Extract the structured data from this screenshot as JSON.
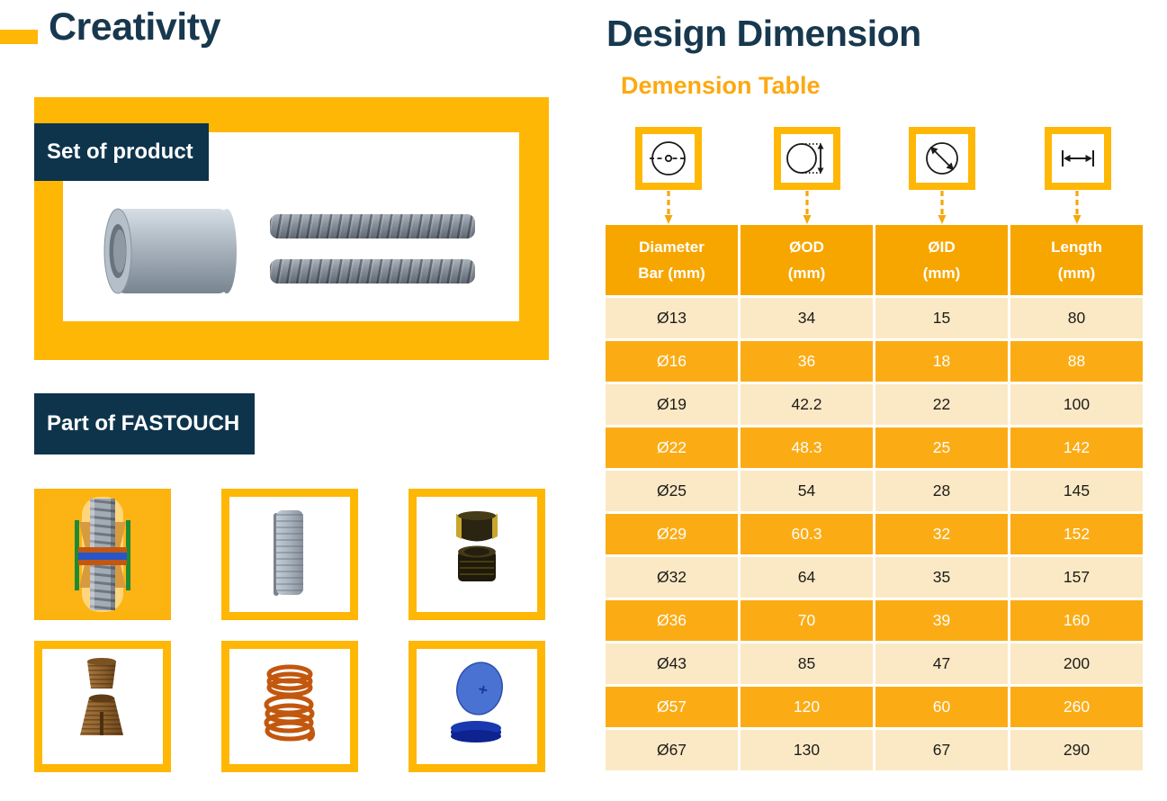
{
  "left_panel": {
    "title": "Creativity",
    "set_of_product_label": "Set of product",
    "part_of_label": "Part of FASTOUCH",
    "images": [
      {
        "name": "coupler-cylinder"
      },
      {
        "name": "rebar-top"
      },
      {
        "name": "rebar-bottom"
      }
    ],
    "tiles": [
      {
        "name": "coupler-assembly-cutaway"
      },
      {
        "name": "sleeve-liner"
      },
      {
        "name": "locking-collar-and-nut"
      },
      {
        "name": "wedge-grips"
      },
      {
        "name": "coil-springs"
      },
      {
        "name": "end-cap-discs"
      }
    ]
  },
  "right_panel": {
    "title": "Design Dimension",
    "subtitle": "Demension Table",
    "dimension_icons": [
      {
        "name": "bar-diameter-icon"
      },
      {
        "name": "outer-diameter-icon"
      },
      {
        "name": "inner-diameter-icon"
      },
      {
        "name": "length-icon"
      }
    ],
    "table": {
      "headers": [
        {
          "line1": "Diameter",
          "line2": "Bar (mm)"
        },
        {
          "line1": "ØOD",
          "line2": "(mm)"
        },
        {
          "line1": "ØID",
          "line2": "(mm)"
        },
        {
          "line1": "Length",
          "line2": "(mm)"
        }
      ],
      "rows": [
        [
          "Ø13",
          "34",
          "15",
          "80"
        ],
        [
          "Ø16",
          "36",
          "18",
          "88"
        ],
        [
          "Ø19",
          "42.2",
          "22",
          "100"
        ],
        [
          "Ø22",
          "48.3",
          "25",
          "142"
        ],
        [
          "Ø25",
          "54",
          "28",
          "145"
        ],
        [
          "Ø29",
          "60.3",
          "32",
          "152"
        ],
        [
          "Ø32",
          "64",
          "35",
          "157"
        ],
        [
          "Ø36",
          "70",
          "39",
          "160"
        ],
        [
          "Ø43",
          "85",
          "47",
          "200"
        ],
        [
          "Ø57",
          "120",
          "60",
          "260"
        ],
        [
          "Ø67",
          "130",
          "67",
          "290"
        ]
      ]
    }
  },
  "colors": {
    "navy_box": "#0E344C",
    "title_navy": "#17384E",
    "accent_yellow": "#FFB705",
    "tile_fill_yellow": "#FCB414",
    "table_header_orange": "#F7A600",
    "table_row_orange": "#FBAC15",
    "table_row_cream": "#FBE9C5",
    "table_text_dark": "#1D1D1B"
  }
}
